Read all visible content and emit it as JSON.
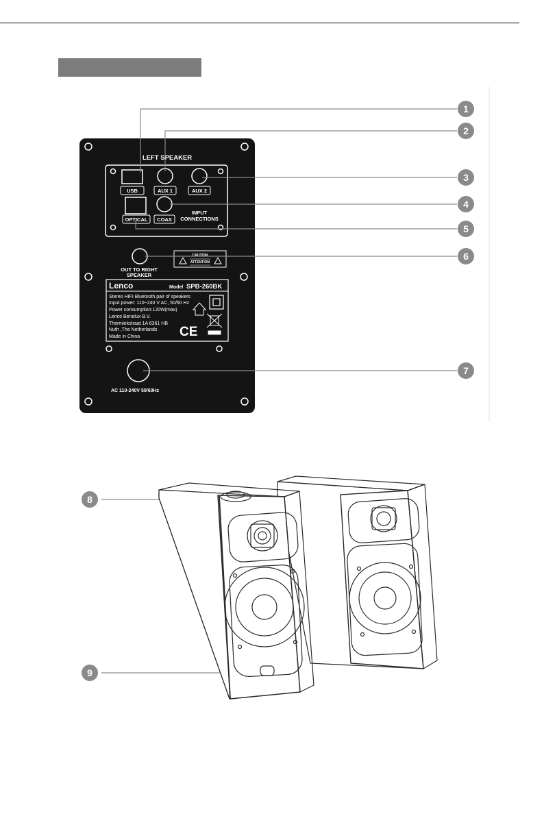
{
  "panel": {
    "title": "LEFT SPEAKER",
    "ports": {
      "usb": "USB",
      "aux1": "AUX 1",
      "aux2": "AUX 2",
      "optical": "OPTICAL",
      "coax": "COAX"
    },
    "input_connections": [
      "INPUT",
      "CONNECTIONS"
    ],
    "out_to_right": [
      "OUT TO RIGHT",
      "SPEAKER"
    ],
    "ac_label": "AC 110-240V 50/60Hz"
  },
  "rating_plate": {
    "brand": "Lenco",
    "model_prefix": "Model",
    "model": "SPB-260BK",
    "lines": [
      "Stereo HIFI Bluetooth pair of speakers",
      "Input power: 110~240 V AC, 50/60 Hz",
      "Power consumption:120W(max)",
      "Lenco Benelux B.V.",
      "Thermiekstraat 1A 6361 HB",
      "Nuth ,The Netherlands",
      "Made in China"
    ],
    "ce_mark": "CE"
  },
  "warning_label": {
    "line1": "CAUTION",
    "line2": "ATTENTION"
  },
  "callouts": [
    "1",
    "2",
    "3",
    "4",
    "5",
    "6",
    "7",
    "8",
    "9"
  ],
  "colors": {
    "panel": "#141414",
    "callout_badge": "#8a8a8a",
    "section_bar": "#7c7c7c"
  }
}
